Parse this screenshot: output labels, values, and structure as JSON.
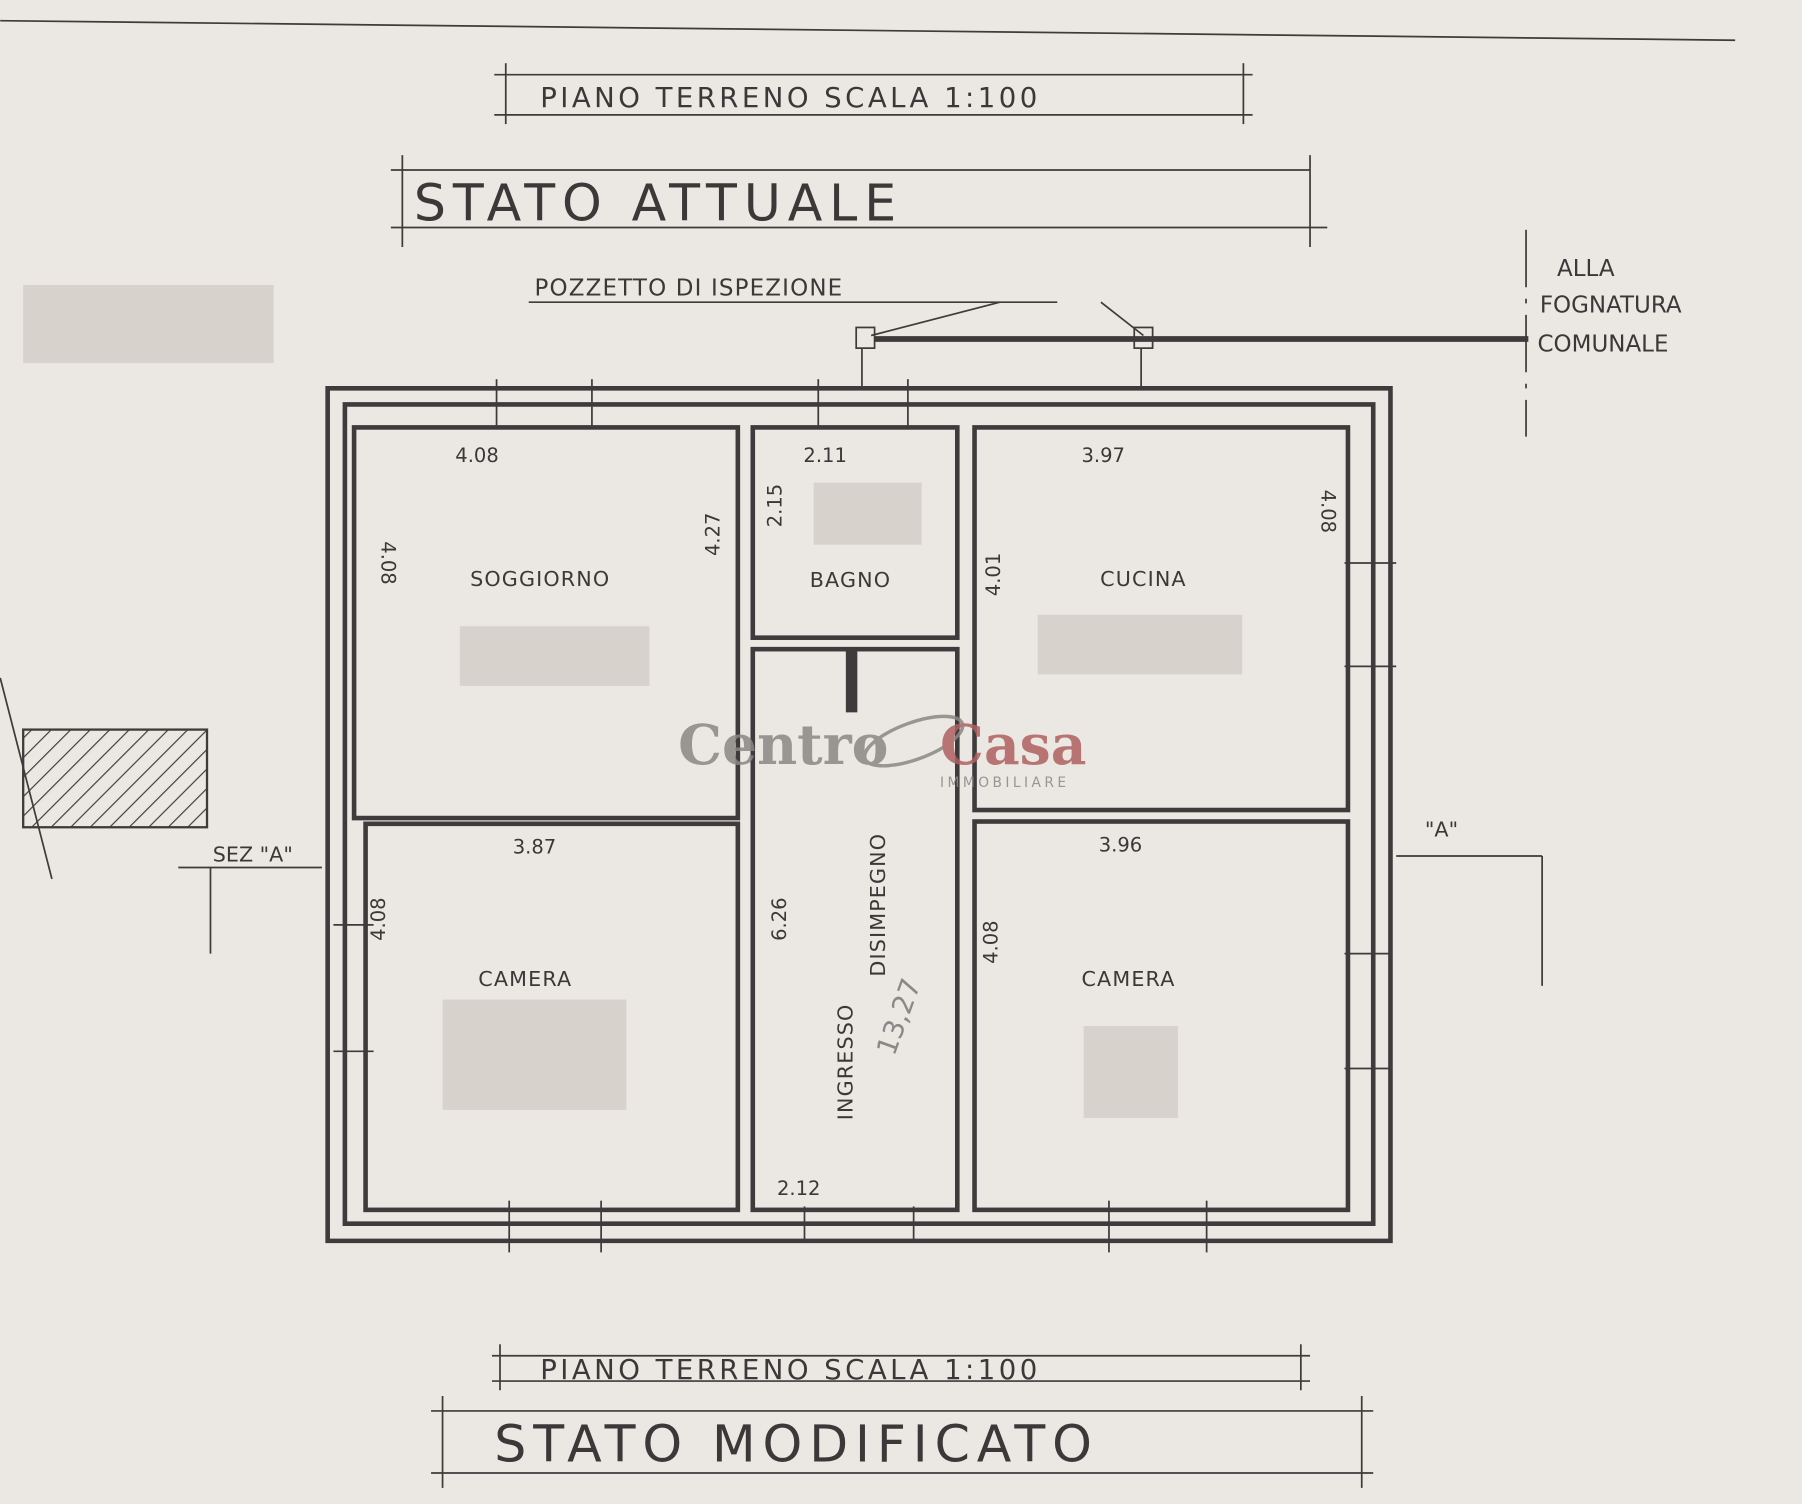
{
  "header": {
    "scale_top": "PIANO TERRENO SCALA 1:100",
    "title_top": "STATO ATTUALE",
    "inspection_label": "POZZETTO DI ISPEZIONE",
    "sewer_label": [
      "ALLA",
      "FOGNATURA",
      "COMUNALE"
    ]
  },
  "rooms": {
    "soggiorno": "SOGGIORNO",
    "bagno": "BAGNO",
    "cucina": "CUCINA",
    "camera_left": "CAMERA",
    "camera_right": "CAMERA",
    "ingresso": "INGRESSO",
    "disimpegno": "DISIMPEGNO"
  },
  "dimensions": {
    "soggiorno_w": "4.08",
    "soggiorno_h": "4.08",
    "soggiorno_h2": "4.27",
    "bagno_w": "2.11",
    "bagno_h": "2.15",
    "cucina_w": "3.97",
    "cucina_h": "4.01",
    "cucina_h2": "4.08",
    "camera_l_w": "3.87",
    "camera_l_h": "4.08",
    "corridor_h": "6.26",
    "corridor_w": "2.12",
    "camera_r_w": "3.96",
    "camera_r_h": "4.08"
  },
  "handwritten_area": "13,27",
  "section_labels": {
    "left": "SEZ \"A\"",
    "right": "\"A\""
  },
  "footer": {
    "scale_bottom": "PIANO TERRENO SCALA 1:100",
    "title_bottom": "STATO MODIFICATO"
  },
  "watermark": {
    "brand_left": "Centro",
    "brand_right": "Casa",
    "tagline": "IMMOBILIARE",
    "color_left": "#8a8785",
    "color_right": "#b06060"
  }
}
